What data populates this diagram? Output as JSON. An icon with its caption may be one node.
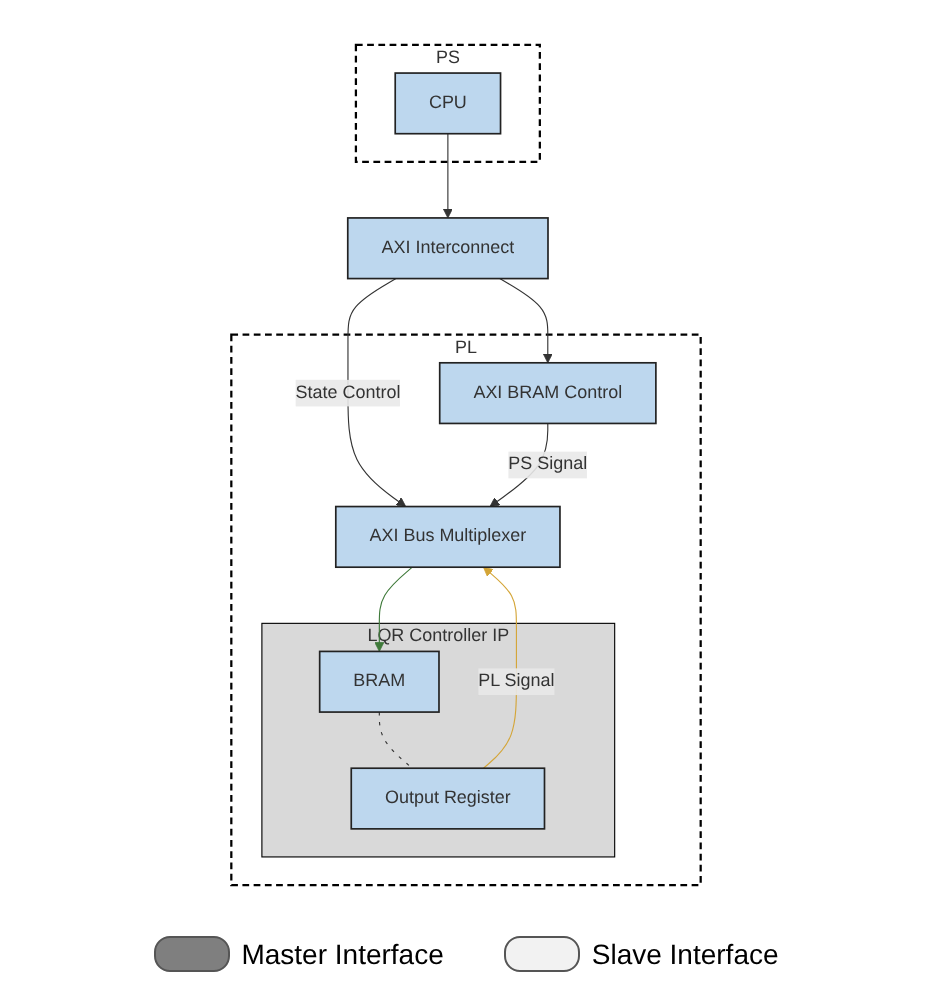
{
  "diagram": {
    "nodes": [
      {
        "text": [
          "AXI Interconnect"
        ]
      },
      {
        "text": [
          "PS"
        ]
      },
      {
        "text": [
          "CPU"
        ],
        "in": 1
      },
      {
        "text": [
          "PL"
        ]
      },
      {
        "text": [
          "AXI BRAM Control"
        ],
        "in": 3
      },
      {
        "text": [
          "AXI Bus Multiplexer"
        ],
        "in": 3
      },
      {
        "text": [
          "LQR Controller IP"
        ],
        "in": 3
      },
      {
        "text": [
          "BRAM"
        ],
        "in": 6
      },
      {
        "text": [
          "Output Register"
        ],
        "in": 6
      }
    ],
    "edges": [
      {
        "from": 2,
        "to": 0,
        "arrow": "to"
      },
      {
        "from": 0,
        "to": 4,
        "arrow": "to"
      },
      {
        "from": 0,
        "to": 5,
        "arrow": "to",
        "label": "State Control"
      },
      {
        "from": 4,
        "to": 5,
        "arrow": "to",
        "label": "PS Signal"
      },
      {
        "from": 8,
        "to": 5,
        "arrow": "to",
        "label": "PL Signal",
        "color": "#d4a537"
      },
      {
        "from": 5,
        "to": 7,
        "arrow": "to",
        "color": "#3f7a3a"
      },
      {
        "from": 7,
        "to": 8,
        "arrow": "none",
        "style": "dashed"
      }
    ],
    "legend": [
      {
        "text": "Master Interface"
      },
      {
        "text": "Slave Interface"
      }
    ]
  }
}
